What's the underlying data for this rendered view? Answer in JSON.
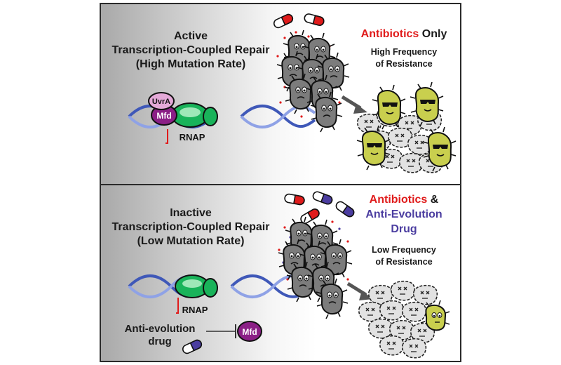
{
  "top": {
    "title_lines": [
      "Active",
      "Transcription-Coupled Repair",
      "(High Mutation Rate)"
    ],
    "header_red": "Antibiotics",
    "header_black": " Only",
    "subtitle_lines": [
      "High Frequency",
      "of Resistance"
    ],
    "protein_labels": {
      "uvra": "UvrA",
      "mfd": "Mfd",
      "rnap": "RNAP"
    }
  },
  "bottom": {
    "title_lines": [
      "Inactive",
      "Transcription-Coupled Repair",
      "(Low Mutation Rate)"
    ],
    "header_red": "Antibiotics",
    "header_amp": " &",
    "header_purple_1": "Anti-Evolution",
    "header_purple_2": "Drug",
    "subtitle_lines": [
      "Low Frequency",
      "of Resistance"
    ],
    "protein_labels": {
      "rnap": "RNAP",
      "mfd": "Mfd"
    },
    "drug_label_lines": [
      "Anti-evolution",
      "drug"
    ]
  },
  "colors": {
    "antibiotic_red": "#e01b1b",
    "drug_purple": "#4b3da0",
    "mfd_purple": "#8b1f86",
    "uvra_pink": "#e4a9d8",
    "rnap_green": "#19b35a",
    "dna_blue": "#3f58b8",
    "resistant_yellow": "#c9cf4e",
    "bacteria_gray": "#7c7c7c",
    "dead_cell": "#e2e2e2"
  },
  "icons": [
    "antibiotic-capsule-icon",
    "drug-capsule-icon",
    "bacterium-icon",
    "arrow-icon",
    "inhibition-icon"
  ]
}
